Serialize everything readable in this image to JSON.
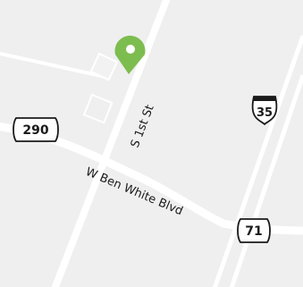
{
  "map": {
    "colors": {
      "land": "#efefef",
      "road": "#ffffff",
      "building_fill": "#f2f2f2",
      "building_stroke": "#ffffff",
      "pin": "#7dbd4f",
      "pin_hole": "#ffffff",
      "shield_fill": "#ffffff",
      "shield_stroke": "#1a1a1a",
      "label_text": "#1a1a1a"
    },
    "streets": {
      "s_1st_st": "S 1st St",
      "w_ben_white_blvd": "W Ben White Blvd"
    },
    "shields": {
      "us_290": "290",
      "interstate_35": "35",
      "us_71": "71"
    },
    "icons": {
      "pin": "map-pin-icon",
      "us_shield": "us-route-shield-icon",
      "interstate_shield": "interstate-shield-icon"
    }
  }
}
